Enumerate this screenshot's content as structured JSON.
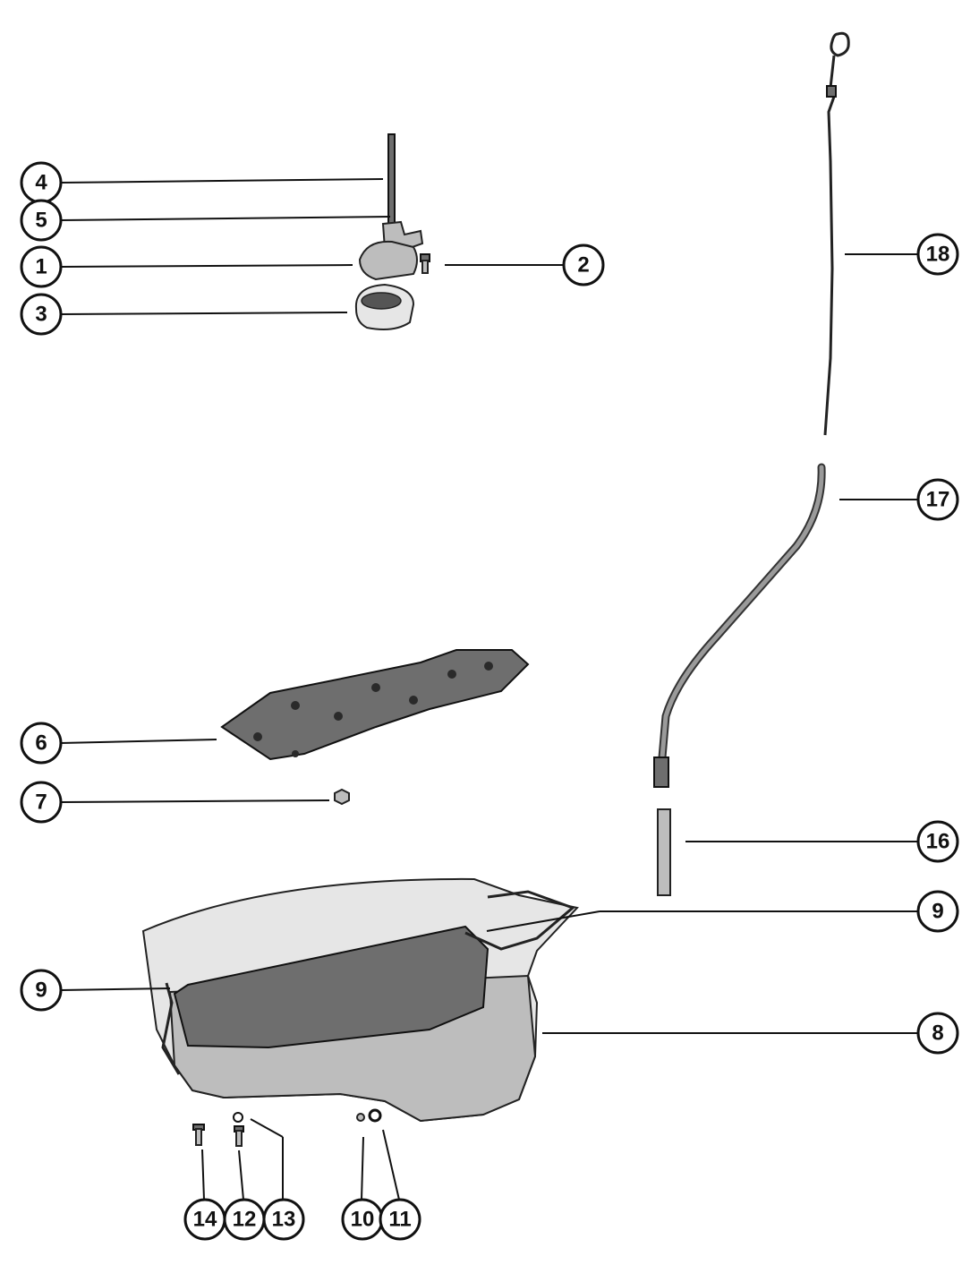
{
  "callouts": {
    "c1": "1",
    "c2": "2",
    "c3": "3",
    "c4": "4",
    "c5": "5",
    "c6": "6",
    "c7": "7",
    "c8": "8",
    "c9a": "9",
    "c9b": "9",
    "c10": "10",
    "c11": "11",
    "c12": "12",
    "c13": "13",
    "c14": "14",
    "c16": "16",
    "c17": "17",
    "c18": "18"
  },
  "colors": {
    "ink": "#111111",
    "paper": "#ffffff",
    "metal": "#bdbdbd"
  }
}
